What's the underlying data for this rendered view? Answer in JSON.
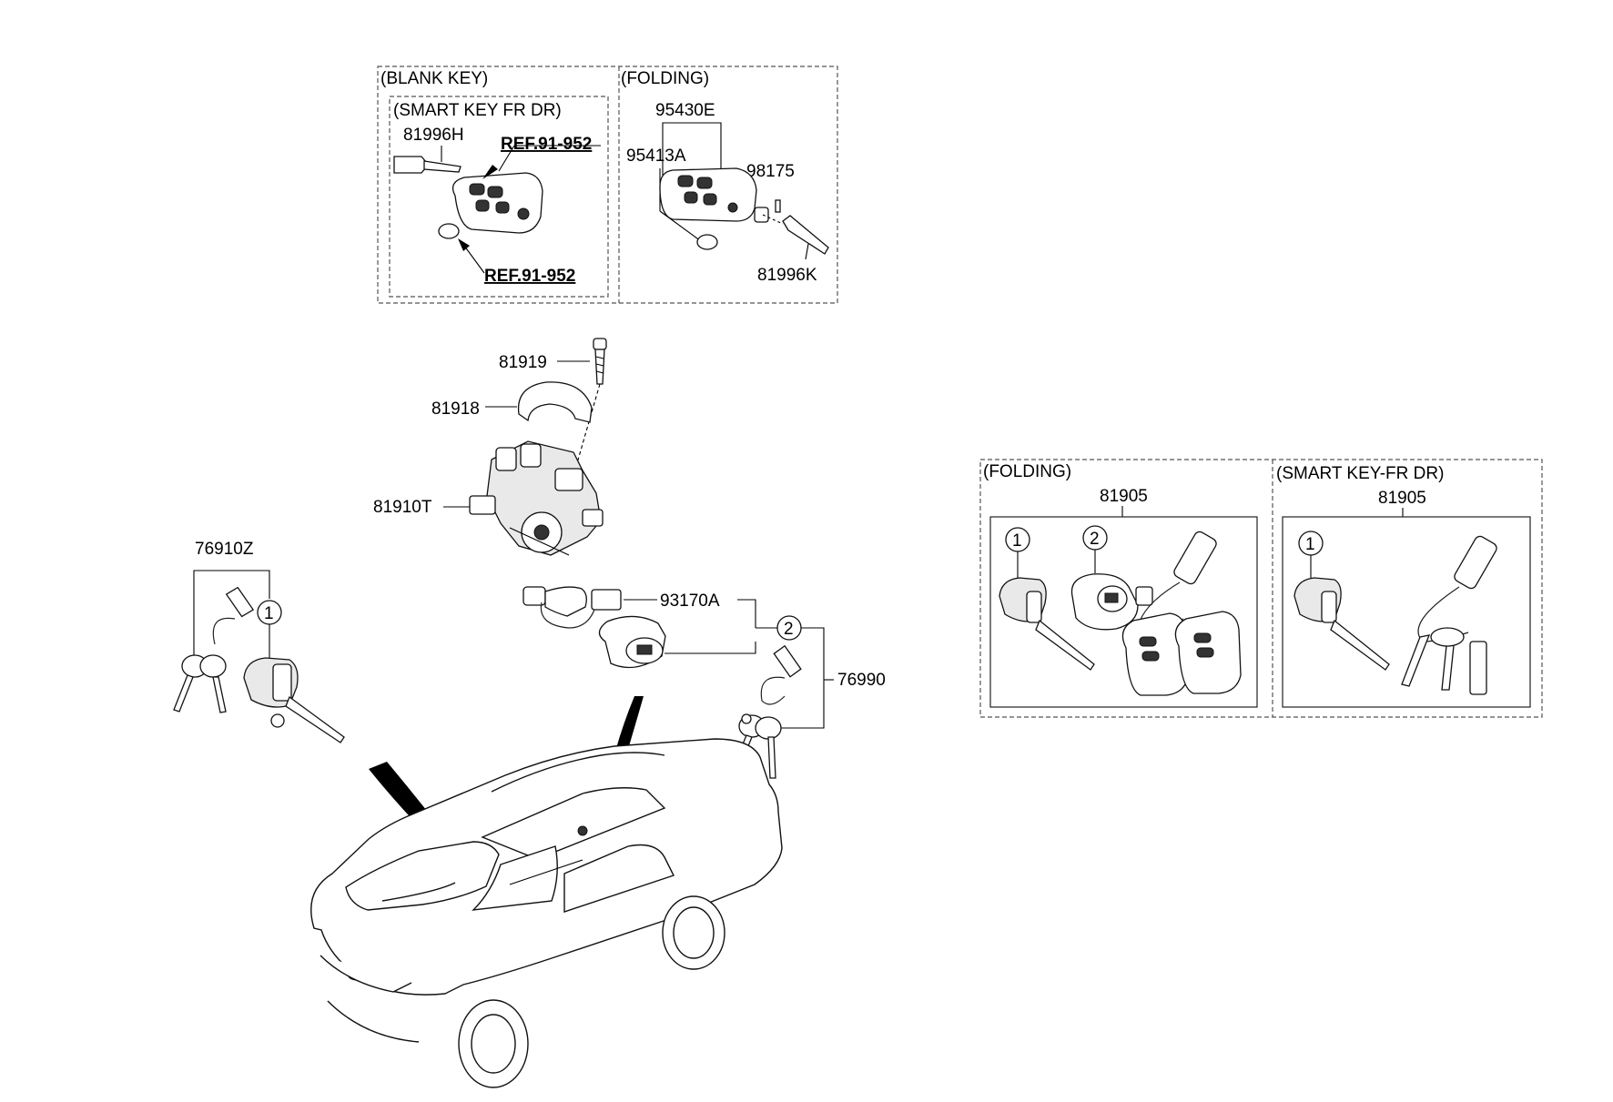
{
  "sections": {
    "blank_key": "(BLANK KEY)",
    "smart_key_fr_dr": "(SMART KEY FR DR)",
    "folding_top": "(FOLDING)",
    "folding_right": "(FOLDING)",
    "smart_key_fr_dr_right": "(SMART KEY-FR DR)"
  },
  "parts": {
    "p81996H": "81996H",
    "ref1": "REF.91-952",
    "ref2": "REF.91-952",
    "p95430E": "95430E",
    "p95413A": "95413A",
    "p98175": "98175",
    "p81996K": "81996K",
    "p81919": "81919",
    "p81918": "81918",
    "p81910T": "81910T",
    "p93170A": "93170A",
    "p76910Z": "76910Z",
    "p76990": "76990",
    "p81905a": "81905",
    "p81905b": "81905"
  },
  "callouts": {
    "c1_left": "1",
    "c2_mid": "2",
    "c1_fold": "1",
    "c2_fold": "2",
    "c1_smart": "1"
  }
}
